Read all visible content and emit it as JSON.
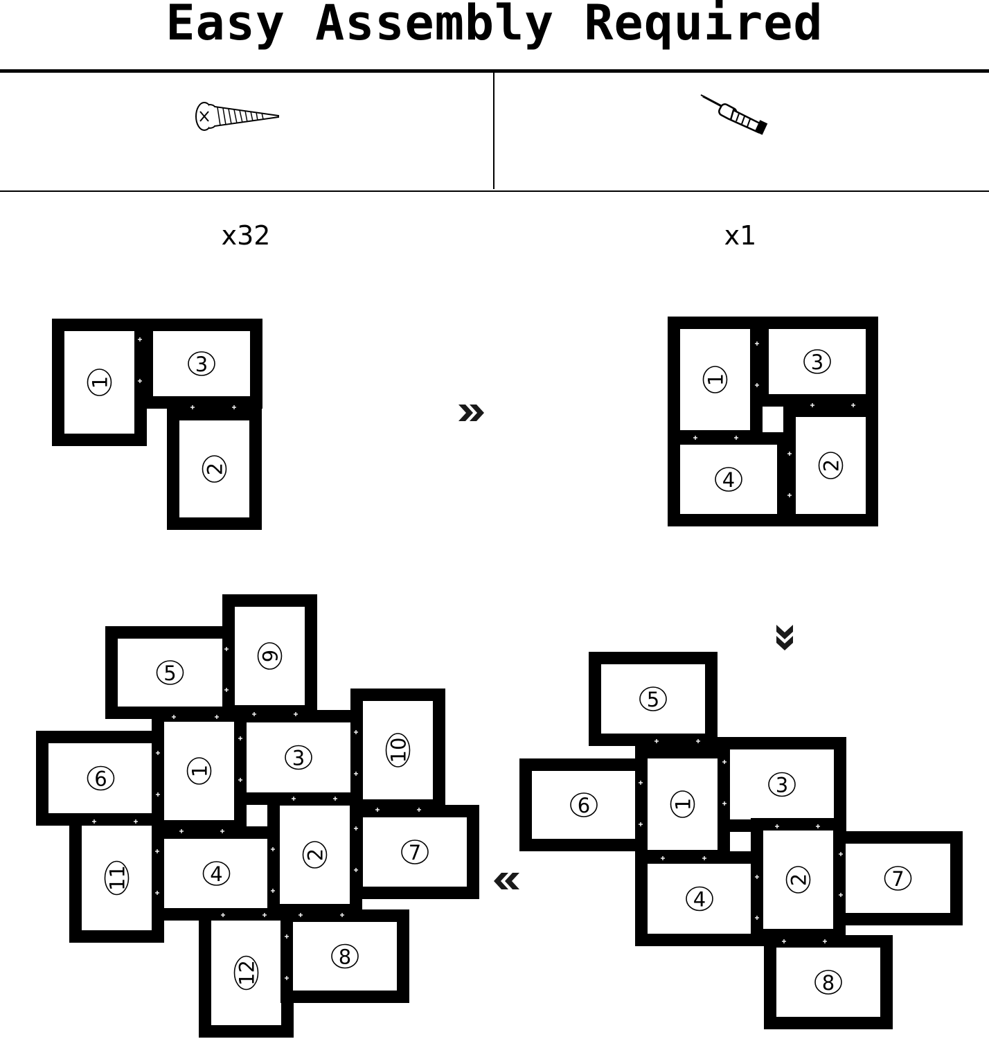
{
  "title": "Easy Assembly Required",
  "parts": [
    {
      "icon": "screw-icon",
      "quantity": "x32"
    },
    {
      "icon": "screwdriver-icon",
      "quantity": "x1"
    }
  ],
  "steps": [
    {
      "arrow": "chevron-right-icon",
      "frames": [
        {
          "label": "1",
          "rotation": -90
        },
        {
          "label": "3",
          "rotation": 0
        },
        {
          "label": "2",
          "rotation": -90
        }
      ]
    },
    {
      "arrow": "chevron-down-icon",
      "frames": [
        {
          "label": "1",
          "rotation": -90
        },
        {
          "label": "3",
          "rotation": 0
        },
        {
          "label": "4",
          "rotation": 0
        },
        {
          "label": "2",
          "rotation": -90
        }
      ]
    },
    {
      "arrow": "chevron-left-icon",
      "frames": [
        {
          "label": "5",
          "rotation": 0
        },
        {
          "label": "6",
          "rotation": 0
        },
        {
          "label": "1",
          "rotation": -90
        },
        {
          "label": "3",
          "rotation": 0
        },
        {
          "label": "4",
          "rotation": 0
        },
        {
          "label": "2",
          "rotation": -90
        },
        {
          "label": "7",
          "rotation": 0
        },
        {
          "label": "8",
          "rotation": 0
        }
      ]
    },
    {
      "frames": [
        {
          "label": "5",
          "rotation": 0
        },
        {
          "label": "9",
          "rotation": -90
        },
        {
          "label": "6",
          "rotation": 0
        },
        {
          "label": "1",
          "rotation": -90
        },
        {
          "label": "3",
          "rotation": 0
        },
        {
          "label": "10",
          "rotation": -90
        },
        {
          "label": "11",
          "rotation": -90
        },
        {
          "label": "4",
          "rotation": 0
        },
        {
          "label": "2",
          "rotation": -90
        },
        {
          "label": "7",
          "rotation": 0
        },
        {
          "label": "12",
          "rotation": -90
        },
        {
          "label": "8",
          "rotation": 0
        }
      ]
    }
  ]
}
